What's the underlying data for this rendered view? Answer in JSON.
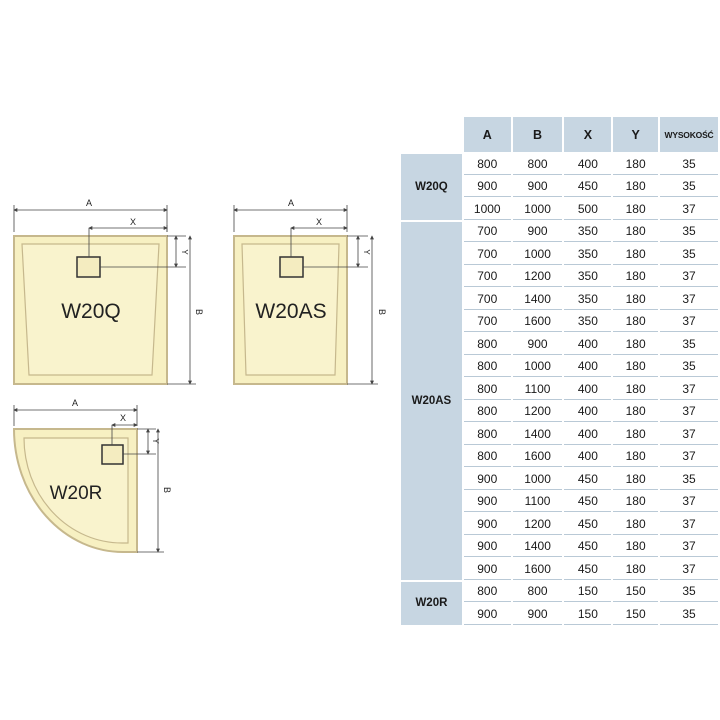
{
  "colors": {
    "tray_fill": "#f7f0c2",
    "tray_outline": "#c6b88d",
    "header_bg": "#c7d6e2",
    "line": "#444444"
  },
  "diagrams": {
    "w20q": {
      "name": "W20Q",
      "dim_a": "A",
      "dim_b": "B",
      "dim_x": "X",
      "dim_y": "Y"
    },
    "w20as": {
      "name": "W20AS",
      "dim_a": "A",
      "dim_b": "B",
      "dim_x": "X",
      "dim_y": "Y"
    },
    "w20r": {
      "name": "W20R",
      "dim_a": "A",
      "dim_b": "B",
      "dim_x": "X",
      "dim_y": "Y"
    }
  },
  "table": {
    "headers": [
      "A",
      "B",
      "X",
      "Y",
      "WYSOKOŚĆ"
    ],
    "groups": [
      {
        "model": "W20Q",
        "rows": [
          [
            "800",
            "800",
            "400",
            "180",
            "35"
          ],
          [
            "900",
            "900",
            "450",
            "180",
            "35"
          ],
          [
            "1000",
            "1000",
            "500",
            "180",
            "37"
          ]
        ]
      },
      {
        "model": "W20AS",
        "rows": [
          [
            "700",
            "900",
            "350",
            "180",
            "35"
          ],
          [
            "700",
            "1000",
            "350",
            "180",
            "35"
          ],
          [
            "700",
            "1200",
            "350",
            "180",
            "37"
          ],
          [
            "700",
            "1400",
            "350",
            "180",
            "37"
          ],
          [
            "700",
            "1600",
            "350",
            "180",
            "37"
          ],
          [
            "800",
            "900",
            "400",
            "180",
            "35"
          ],
          [
            "800",
            "1000",
            "400",
            "180",
            "35"
          ],
          [
            "800",
            "1100",
            "400",
            "180",
            "37"
          ],
          [
            "800",
            "1200",
            "400",
            "180",
            "37"
          ],
          [
            "800",
            "1400",
            "400",
            "180",
            "37"
          ],
          [
            "800",
            "1600",
            "400",
            "180",
            "37"
          ],
          [
            "900",
            "1000",
            "450",
            "180",
            "35"
          ],
          [
            "900",
            "1100",
            "450",
            "180",
            "37"
          ],
          [
            "900",
            "1200",
            "450",
            "180",
            "37"
          ],
          [
            "900",
            "1400",
            "450",
            "180",
            "37"
          ],
          [
            "900",
            "1600",
            "450",
            "180",
            "37"
          ]
        ]
      },
      {
        "model": "W20R",
        "rows": [
          [
            "800",
            "800",
            "150",
            "150",
            "35"
          ],
          [
            "900",
            "900",
            "150",
            "150",
            "35"
          ]
        ]
      }
    ]
  }
}
